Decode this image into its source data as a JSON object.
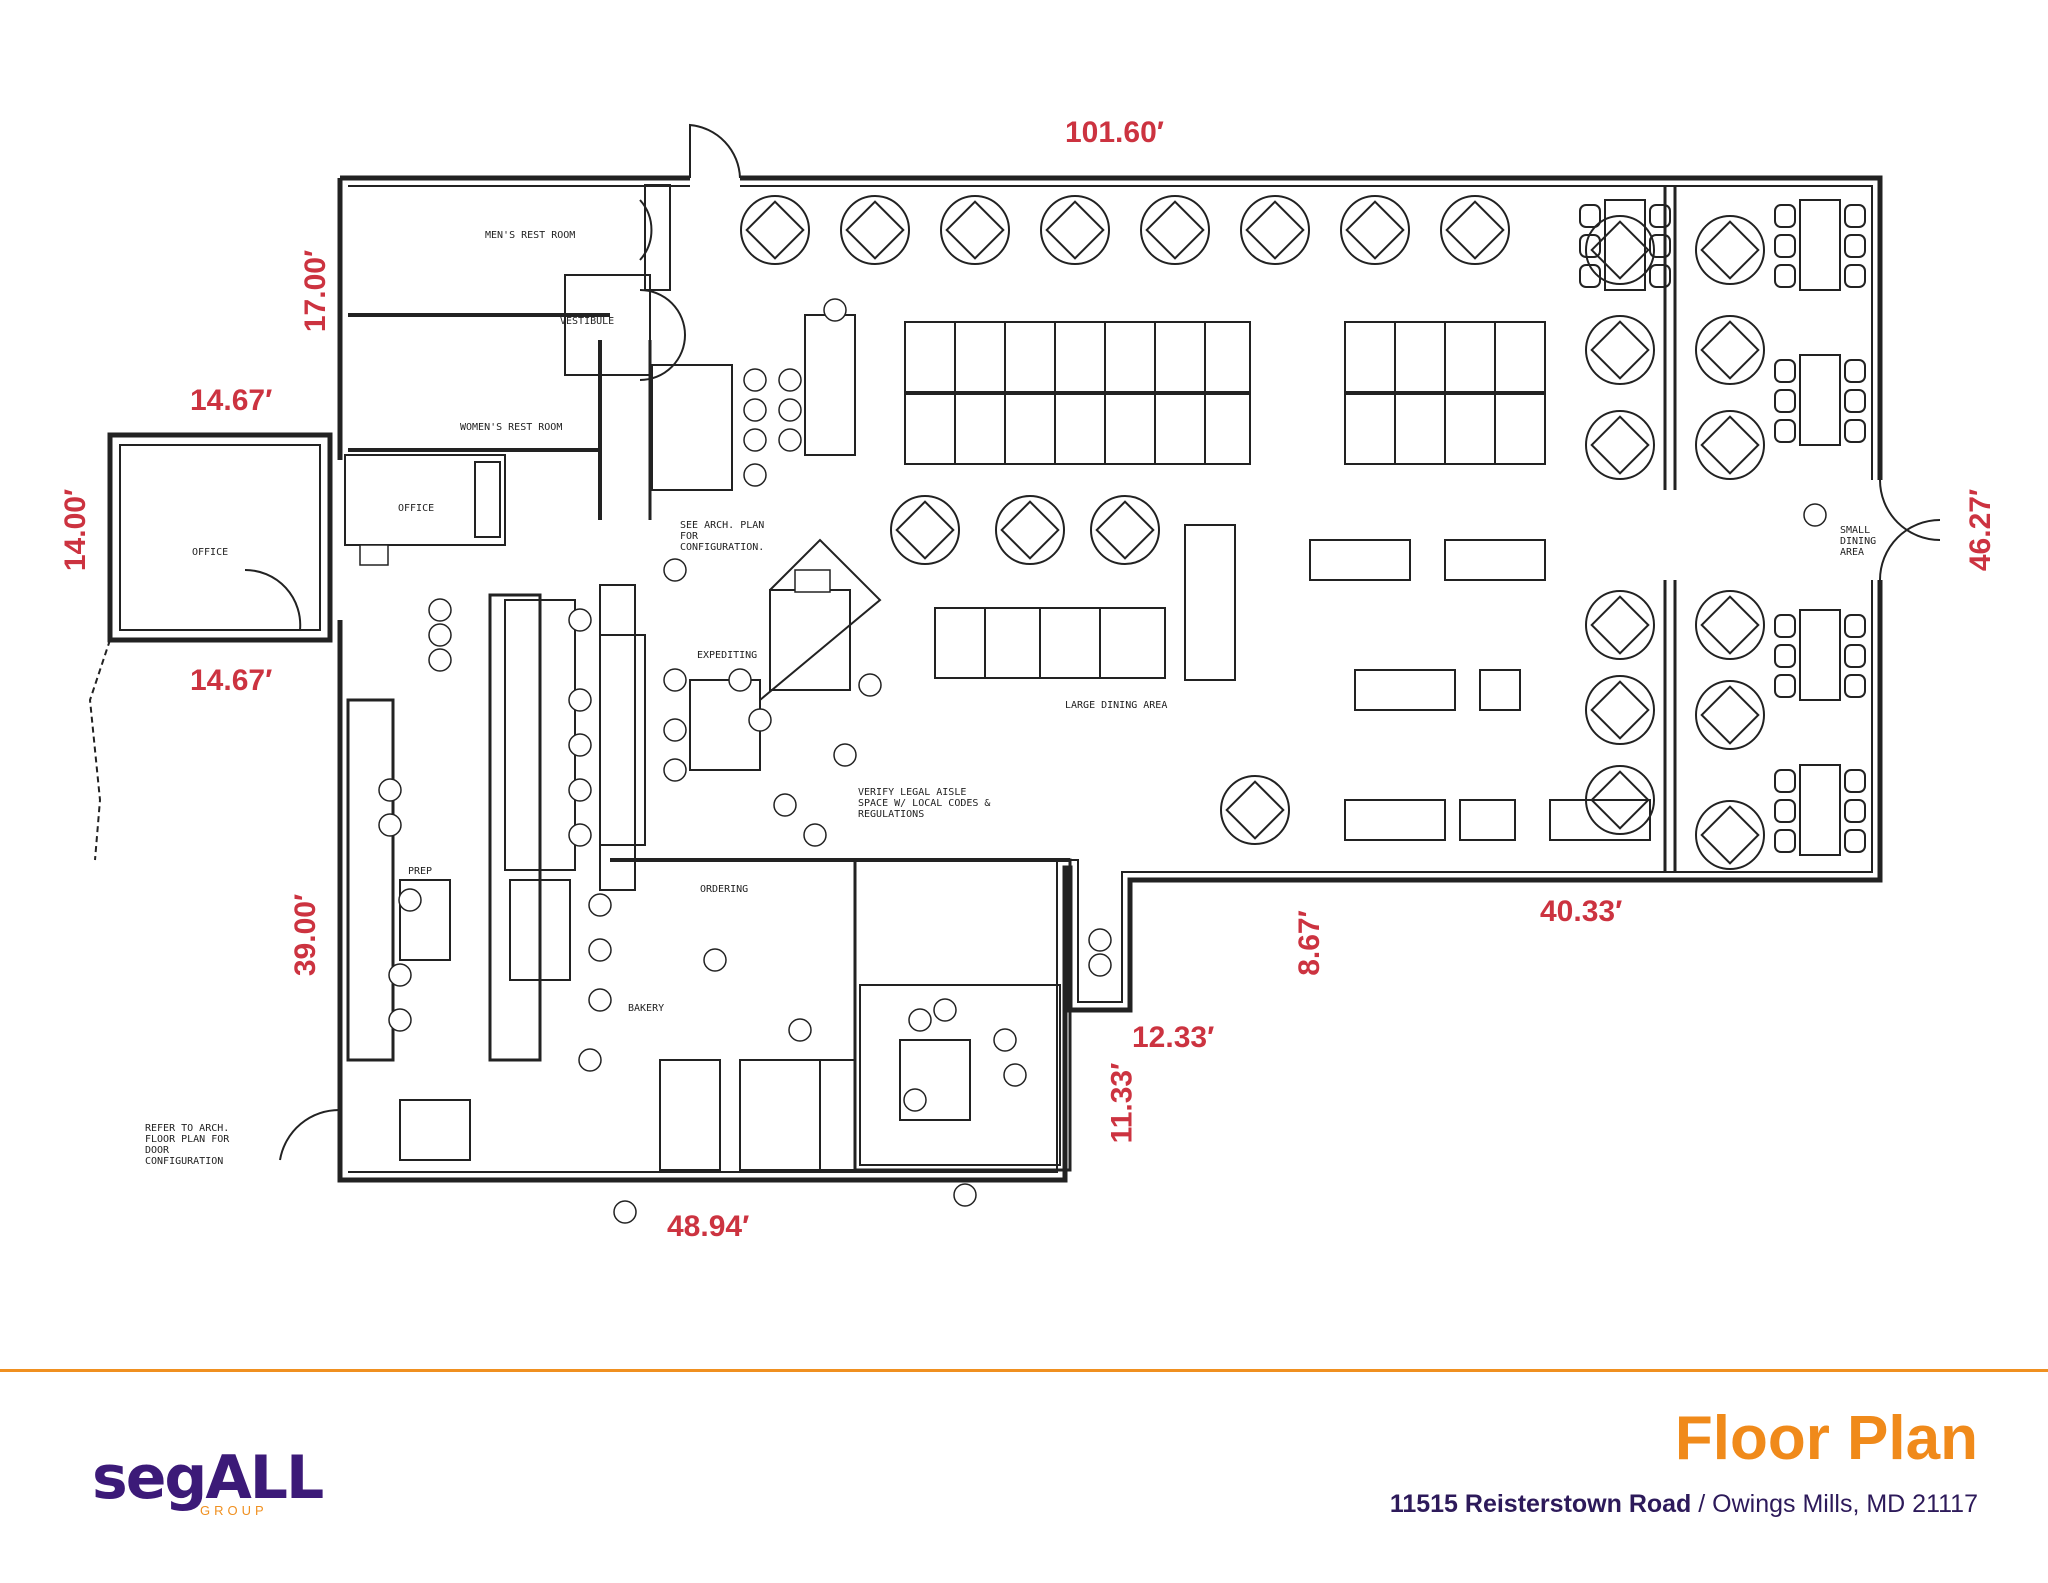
{
  "plan": {
    "dimensions": {
      "top_width": "101.60′",
      "restroom_height": "17.00′",
      "office_width_top": "14.67′",
      "office_height": "14.00′",
      "office_width_bottom": "14.67′",
      "kitchen_height": "39.00′",
      "bottom_width": "48.94′",
      "right_height": "46.27′",
      "dining_bottom": "40.33′",
      "jog_height": "8.67′",
      "jog_width": "12.33′",
      "storage_height": "11.33′"
    },
    "labels": {
      "mens_room": "MEN'S REST ROOM",
      "womens_room": "WOMEN'S REST ROOM",
      "vestibule": "VESTIBULE",
      "office_large": "OFFICE",
      "office_small": "OFFICE",
      "large_dining": "LARGE DINING AREA",
      "small_dining": "SMALL DINING AREA",
      "expediting": "EXPEDITING",
      "ordering": "ORDERING",
      "bakery": "BAKERY",
      "prep": "PREP",
      "aisle_note": "VERIFY LEGAL AISLE SPACE W/ LOCAL CODES & REGULATIONS",
      "arch_note": "SEE ARCH. PLAN FOR CONFIGURATION.",
      "door_note": "REFER TO ARCH. FLOOR PLAN FOR DOOR CONFIGURATION"
    }
  },
  "footer": {
    "logo_main": "segALL",
    "logo_sub": "GROUP",
    "title": "Floor Plan",
    "address_street": "11515 Reisterstown Road",
    "address_city": " / Owings Mills, MD 21117",
    "accent_color": "#f09020",
    "dimension_color": "#cc3340",
    "brand_color": "#3c1a78"
  }
}
